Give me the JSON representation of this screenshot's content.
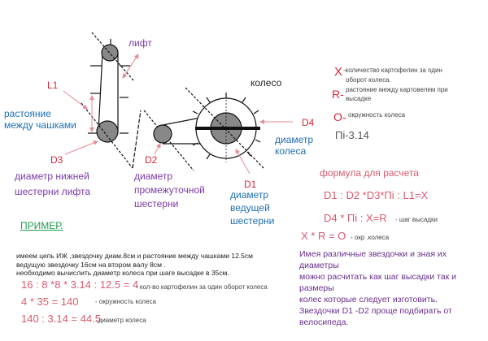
{
  "diagram": {
    "lift_label": "лифт",
    "l1_label": "L1",
    "cup_distance_label": [
      "растояние",
      "между чашками"
    ],
    "d3_label": "D3",
    "d3_desc": [
      "диаметр нижней",
      "шестерни лифта"
    ],
    "d2_label": "D2",
    "d2_desc": [
      "диаметр",
      "промежуточной",
      "шестерни"
    ],
    "d1_label": "D1",
    "d1_desc": [
      "диаметр",
      "ведущей",
      "шестерни"
    ],
    "wheel_label": "колесо",
    "d4_label": "D4",
    "d4_desc": [
      "диаметр",
      "колеса"
    ]
  },
  "legend": [
    {
      "symbol": "X",
      "text": [
        "-количество картофелин за один",
        "оборот колеса."
      ]
    },
    {
      "symbol": "R-",
      "text": [
        "растояние между картовелем при",
        "высадке"
      ]
    },
    {
      "symbol": "O-",
      "text": [
        "окружность колеса"
      ]
    }
  ],
  "pi": "Пі-3.14",
  "formula": {
    "title": "формула для расчета",
    "f1": "D1 : D2 *D3*Пі : L1=X",
    "f2": "D4 * Пі : X=R",
    "f2_note": "- шаг высадки",
    "f3": "X * R = O",
    "f3_note": "- окр .колеса"
  },
  "note": [
    "Имея различные звездочки и зная их диаметры",
    "можно расчитать как шаг высадки так и размеры",
    "колес которые следует изготовить.",
    "Звездочки D1 -D2 проще подбирать от",
    "велосипеда."
  ],
  "example": {
    "title": "ПРИМЕР.",
    "text": [
      "имеем цепь ИЖ ,звездочку диам.8см и растояние между чашками 12.5см",
      "ведущую звездочку 16см на втором валу 8см .",
      "необходимо вычислить диаметр колеса при шаге высадке в 35см."
    ],
    "calc": [
      {
        "expr": "16 : 8 *8 * 3.14 : 12.5 = 4",
        "note": "- кол-во картофелин за один оборот колеса"
      },
      {
        "expr": "4 * 35 = 140",
        "note": "- окружность колеса"
      },
      {
        "expr": "140 : 3.14 = 44.5",
        "note": "-диаметр колеса"
      }
    ]
  }
}
